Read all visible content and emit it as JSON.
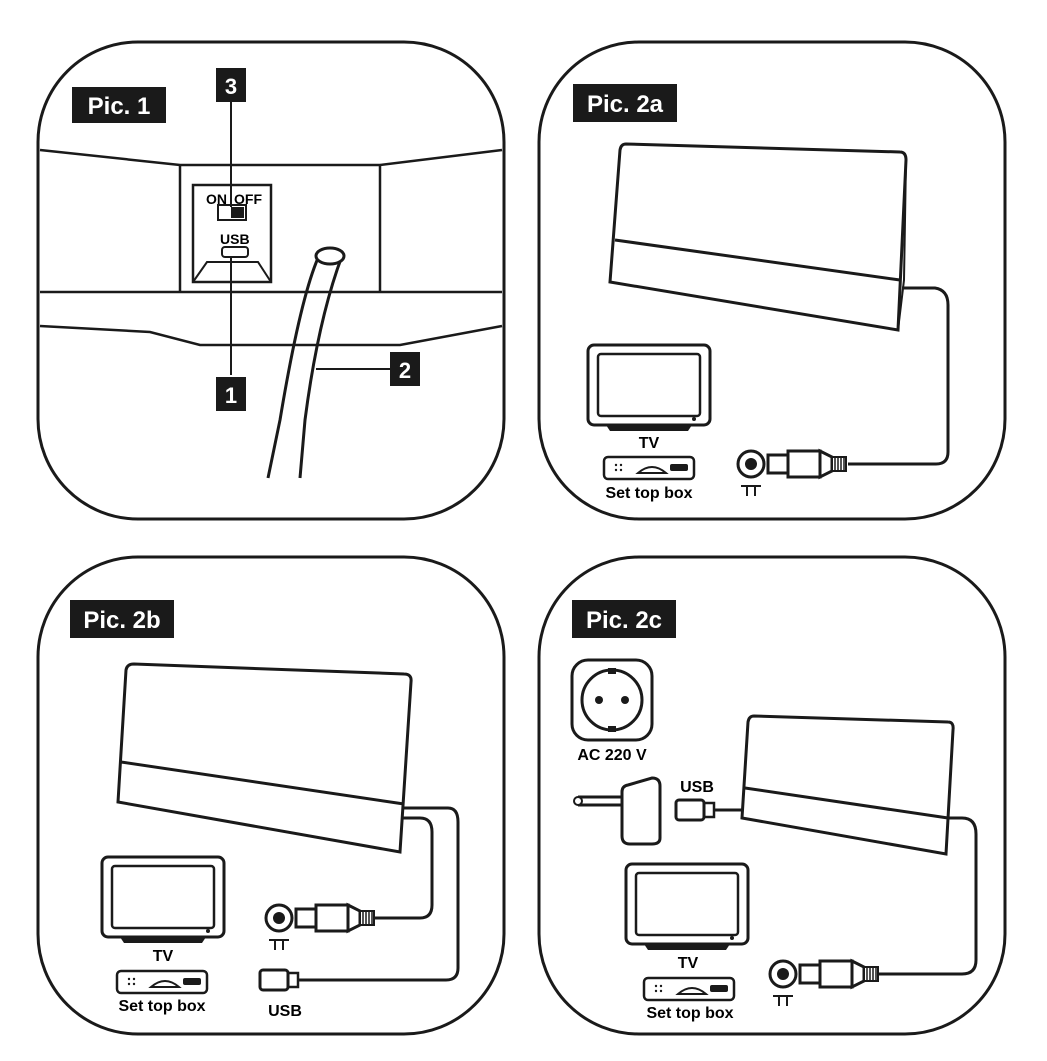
{
  "panels": {
    "p1": {
      "title": "Pic. 1",
      "on_label": "ON",
      "off_label": "OFF",
      "usb_label": "USB",
      "callout_1": "1",
      "callout_2": "2",
      "callout_3": "3"
    },
    "p2a": {
      "title": "Pic. 2a",
      "tv_label": "TV",
      "stb_label": "Set top box"
    },
    "p2b": {
      "title": "Pic. 2b",
      "tv_label": "TV",
      "stb_label": "Set top box",
      "usb_label": "USB"
    },
    "p2c": {
      "title": "Pic. 2c",
      "ac_label": "AC 220 V",
      "usb_label": "USB",
      "tv_label": "TV",
      "stb_label": "Set top box"
    }
  },
  "colors": {
    "ink": "#1a1a1a",
    "tag_bg": "#1a1a1a",
    "tag_text": "#ffffff",
    "paper": "#ffffff"
  }
}
